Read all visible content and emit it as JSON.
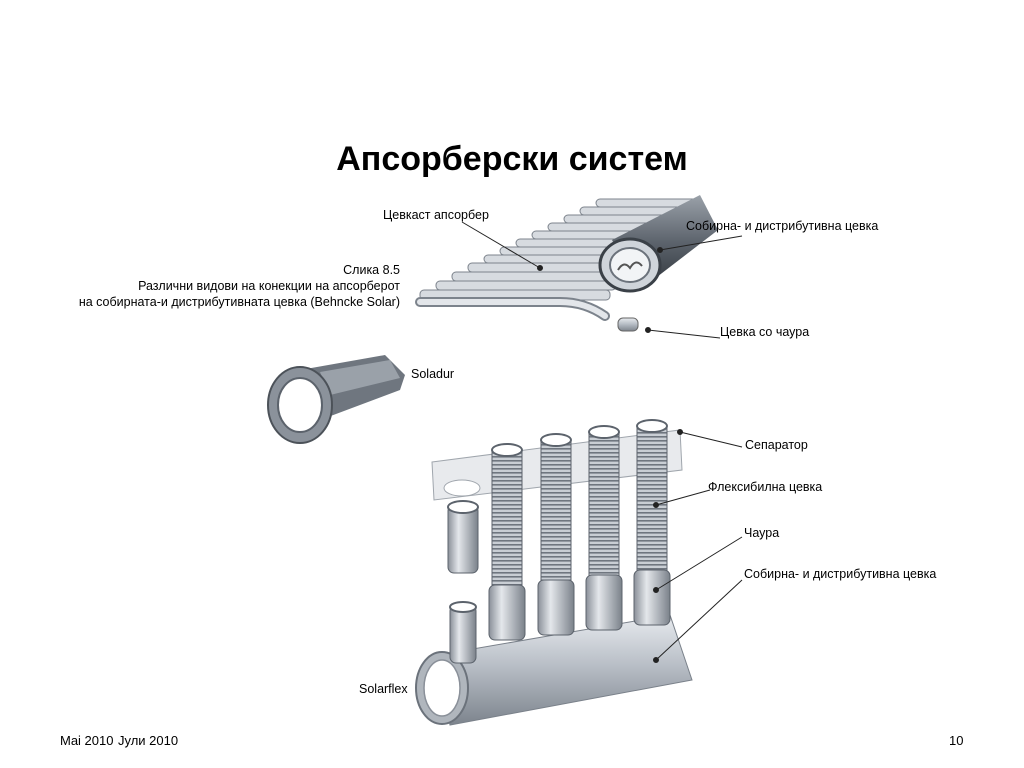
{
  "title": "Апсорберски систем",
  "figure_caption": {
    "line1": "Слика 8.5",
    "line2": "Различни видови на конекции на апсорберот",
    "line3": "на собирната-и дистрибутивната цевка (Behncke Solar)"
  },
  "labels": {
    "tube_absorber": "Цевкаст апсорбер",
    "header_pipe_top": "Собирна- и дистрибутивна цевка",
    "sleeve_pipe": "Цевка со чаура",
    "soladur": "Soladur",
    "separator": "Сепаратор",
    "flex_pipe": "Флексибилна цевка",
    "sleeve": "Чаура",
    "header_pipe_bottom": "Собирна- и дистрибутивна цевка",
    "solarflex": "Solarflex"
  },
  "footer": {
    "date": "Јули 2010",
    "date_overlay": "Mai 2010",
    "page": "10"
  }
}
